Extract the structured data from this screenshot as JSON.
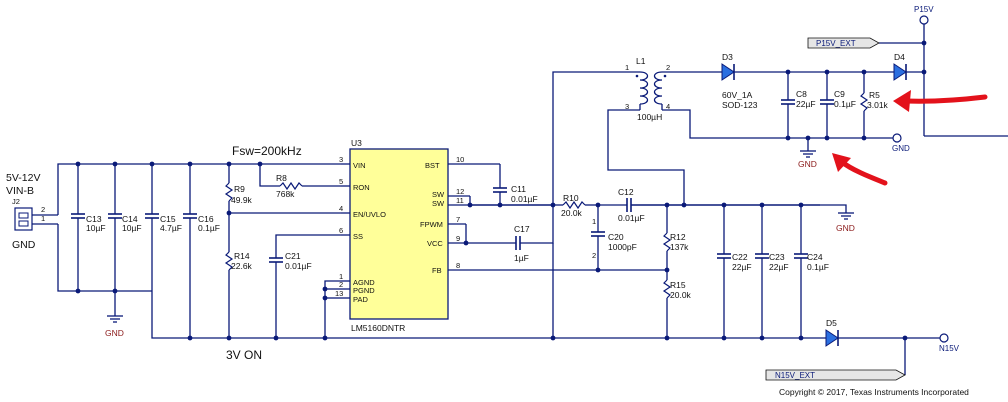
{
  "schematic": {
    "ic": {
      "ref": "U3",
      "part": "LM5160DNTR",
      "fill": "#ffff99",
      "pins_left": [
        {
          "num": "3",
          "name": "VIN"
        },
        {
          "num": "5",
          "name": "RON"
        },
        {
          "num": "4",
          "name": "EN/UVLO"
        },
        {
          "num": "6",
          "name": "SS"
        },
        {
          "num": "1",
          "name": "AGND"
        },
        {
          "num": "2",
          "name": "PGND"
        },
        {
          "num": "13",
          "name": "PAD"
        }
      ],
      "pins_right": [
        {
          "num": "10",
          "name": "BST"
        },
        {
          "num": "12",
          "name": "SW"
        },
        {
          "num": "11",
          "name": "SW"
        },
        {
          "num": "7",
          "name": "FPWM"
        },
        {
          "num": "9",
          "name": "VCC"
        },
        {
          "num": "8",
          "name": "FB"
        }
      ]
    },
    "input": {
      "voltage": "5V-12V",
      "net": "VIN-B",
      "connector": "J2",
      "pin2": "2",
      "pin1": "1",
      "gnd_label": "GND"
    },
    "fsw_note": "Fsw=200kHz",
    "on_note": "3V ON",
    "caps": {
      "c13": {
        "ref": "C13",
        "val": "10µF"
      },
      "c14": {
        "ref": "C14",
        "val": "10µF"
      },
      "c15": {
        "ref": "C15",
        "val": "4.7µF"
      },
      "c16": {
        "ref": "C16",
        "val": "0.1µF"
      },
      "c21": {
        "ref": "C21",
        "val": "0.01µF"
      },
      "c11": {
        "ref": "C11",
        "val": "0.01µF"
      },
      "c17": {
        "ref": "C17",
        "val": "1µF"
      },
      "c12": {
        "ref": "C12",
        "val": "0.01µF"
      },
      "c20": {
        "ref": "C20",
        "val": "1000pF"
      },
      "c22": {
        "ref": "C22",
        "val": "22µF"
      },
      "c23": {
        "ref": "C23",
        "val": "22µF"
      },
      "c24": {
        "ref": "C24",
        "val": "0.1µF"
      },
      "c8": {
        "ref": "C8",
        "val": "22µF"
      },
      "c9": {
        "ref": "C9",
        "val": "0.1µF"
      }
    },
    "resistors": {
      "r9": {
        "ref": "R9",
        "val": "49.9k"
      },
      "r14": {
        "ref": "R14",
        "val": "22.6k"
      },
      "r8": {
        "ref": "R8",
        "val": "768k"
      },
      "r10": {
        "ref": "R10",
        "val": "20.0k"
      },
      "r12": {
        "ref": "R12",
        "val": "137k"
      },
      "r15": {
        "ref": "R15",
        "val": "20.0k"
      },
      "r5": {
        "ref": "R5",
        "val": "3.01k"
      }
    },
    "inductor": {
      "ref": "L1",
      "val": "100µH",
      "p1": "1",
      "p2": "2",
      "p3": "3",
      "p4": "4"
    },
    "diodes": {
      "d3": {
        "ref": "D3",
        "val1": "60V_1A",
        "val2": "SOD-123"
      },
      "d4": {
        "ref": "D4"
      },
      "d5": {
        "ref": "D5"
      }
    },
    "nets": {
      "p15v": "P15V",
      "p15v_ext": "P15V_EXT",
      "n15v": "N15V",
      "n15v_ext": "N15V_EXT",
      "gnd": "GND",
      "gnd_red": "GND",
      "c20_pin1": "1",
      "c20_pin2": "2"
    },
    "copyright": "Copyright © 2017, Texas Instruments Incorporated",
    "colors": {
      "wire": "#0a1a78",
      "ic_fill": "#ffff99",
      "arrow": "#e3121b",
      "gnd_text": "#8b1a1a"
    }
  }
}
